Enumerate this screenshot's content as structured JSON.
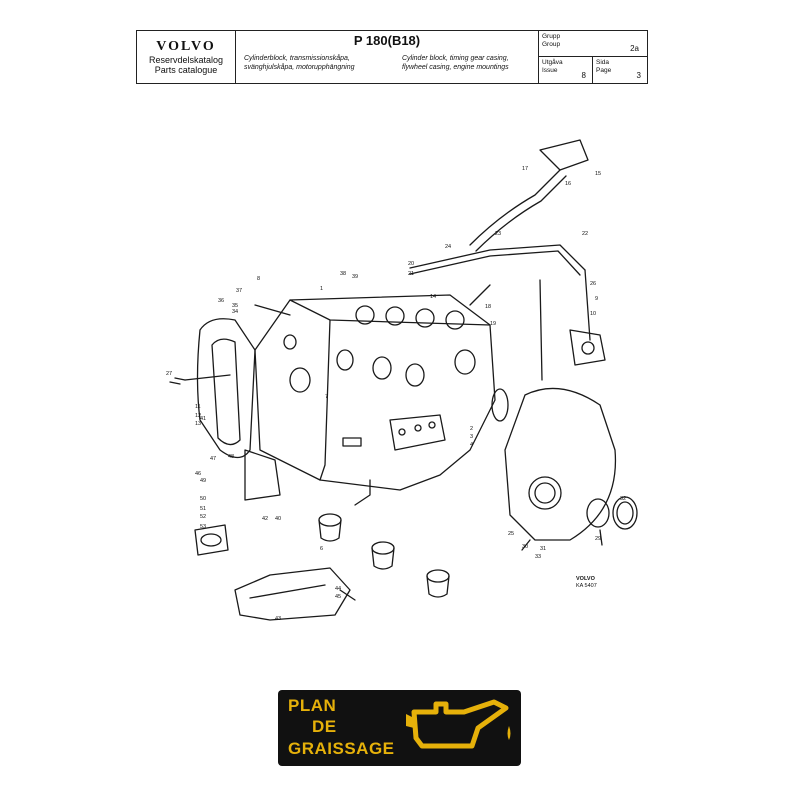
{
  "header": {
    "brand": "VOLVO",
    "subtitle_sv": "Reservdelskatalog",
    "subtitle_en": "Parts catalogue",
    "model": "P 180(B18)",
    "desc_sv_1": "Cylinderblock, transmissionskåpa,",
    "desc_sv_2": "svänghjulskåpa, motorupphängning",
    "desc_en_1": "Cylinder block, timing gear casing,",
    "desc_en_2": "flywheel casing, engine mountings",
    "group_label_sv": "Grupp",
    "group_label_en": "Group",
    "group_value": "2a",
    "issue_label_sv": "Utgåva",
    "issue_label_en": "Issue",
    "issue_value": "8",
    "page_label_sv": "Sida",
    "page_label_en": "Page",
    "page_value": "3"
  },
  "drawing": {
    "stamp_1": "VOLVO",
    "stamp_2": "KA 5407",
    "callouts": [
      "17",
      "16",
      "15",
      "22",
      "23",
      "24",
      "20",
      "21",
      "26",
      "38",
      "39",
      "8",
      "5",
      "37",
      "36",
      "35",
      "34",
      "1",
      "18",
      "14",
      "19",
      "9",
      "10",
      "27",
      "11",
      "12",
      "13",
      "7",
      "2",
      "3",
      "4",
      "25",
      "29",
      "32",
      "30",
      "31",
      "33",
      "40",
      "41",
      "42",
      "43",
      "44",
      "45",
      "46",
      "47",
      "48",
      "49",
      "50",
      "51",
      "52",
      "53",
      "6"
    ]
  },
  "badge": {
    "line1": "PLAN",
    "line2": "DE",
    "line3": "GRAISSAGE",
    "icon": "oil-can-icon",
    "accent": "#e6b10a"
  }
}
